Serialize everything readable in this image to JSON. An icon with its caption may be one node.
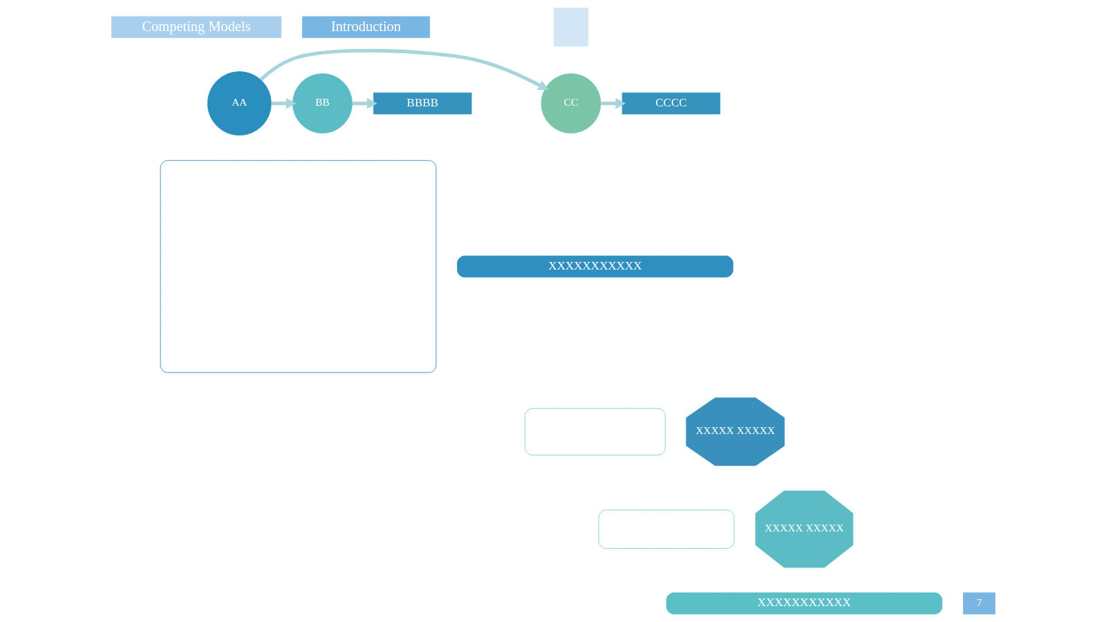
{
  "diagram": {
    "nodes": [
      {
        "text": [
          "Introduction"
        ]
      },
      {
        "text": [
          "Competing Models"
        ]
      },
      {
        "text": [],
        "shape": "box"
      },
      {
        "text": [
          "BBBB"
        ]
      },
      {
        "text": [
          "BB"
        ]
      },
      {
        "text": [
          "AA"
        ]
      },
      {
        "text": [
          "CC"
        ]
      },
      {
        "text": [
          "CCCC"
        ]
      },
      {
        "text": [],
        "shape": "box"
      },
      {
        "text": [
          "XXXXXXXXXXX"
        ]
      },
      {
        "text": [],
        "shape": "box"
      },
      {
        "text": [
          "XXXXX XXXXX"
        ]
      },
      {
        "text": [],
        "shape": "box"
      },
      {
        "text": [
          "XXXXX XXXXX"
        ]
      },
      {
        "text": [
          "XXXXXXXXXXX"
        ]
      }
    ],
    "edges": [
      {
        "from": 5,
        "to": 4,
        "arrow": "to"
      },
      {
        "from": 4,
        "to": 3,
        "arrow": "to"
      },
      {
        "from": 5,
        "to": 6,
        "arrow": "to"
      },
      {
        "from": 6,
        "to": 7,
        "arrow": "to"
      }
    ],
    "labels": [
      "7"
    ]
  }
}
